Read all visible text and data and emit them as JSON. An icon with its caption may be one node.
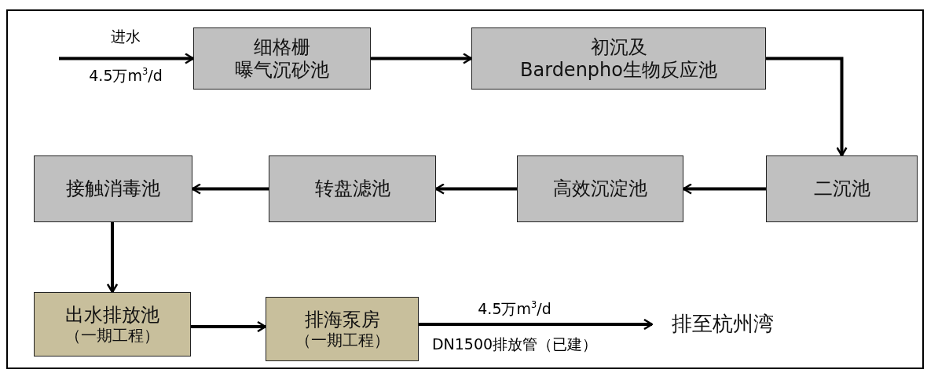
{
  "diagram": {
    "nodes": [
      {
        "text": [
          "细格栅",
          "曝气沉砂池"
        ]
      },
      {
        "text": [
          "初沉及",
          "Bardenpho生物反应池"
        ]
      },
      {
        "text": [
          "二沉池"
        ]
      },
      {
        "text": [
          "高效沉淀池"
        ]
      },
      {
        "text": [
          "转盘滤池"
        ]
      },
      {
        "text": [
          "接触消毒池"
        ]
      },
      {
        "text": [
          "出水排放池",
          "（一期工程）"
        ]
      },
      {
        "text": [
          "排海泵房",
          "（一期工程）"
        ]
      },
      {
        "text": [
          "排至杭州湾"
        ]
      }
    ],
    "edges": [
      {
        "from": null,
        "to": 0,
        "arrow": "to",
        "label": "进水"
      },
      {
        "from": 0,
        "to": 1,
        "arrow": "to"
      },
      {
        "from": 1,
        "to": 2,
        "arrow": "to"
      },
      {
        "from": 2,
        "to": 3,
        "arrow": "to"
      },
      {
        "from": 3,
        "to": 4,
        "arrow": "to"
      },
      {
        "from": 4,
        "to": 5,
        "arrow": "to"
      },
      {
        "from": 5,
        "to": 6,
        "arrow": "to"
      },
      {
        "from": 6,
        "to": 7,
        "arrow": "to"
      },
      {
        "from": 7,
        "to": 8,
        "arrow": "to",
        "label": "4.5万m$^{3}$/d"
      }
    ],
    "labels": [
      "4.5万m$^{3}$/d",
      "DN1500排放管（已建）"
    ]
  }
}
